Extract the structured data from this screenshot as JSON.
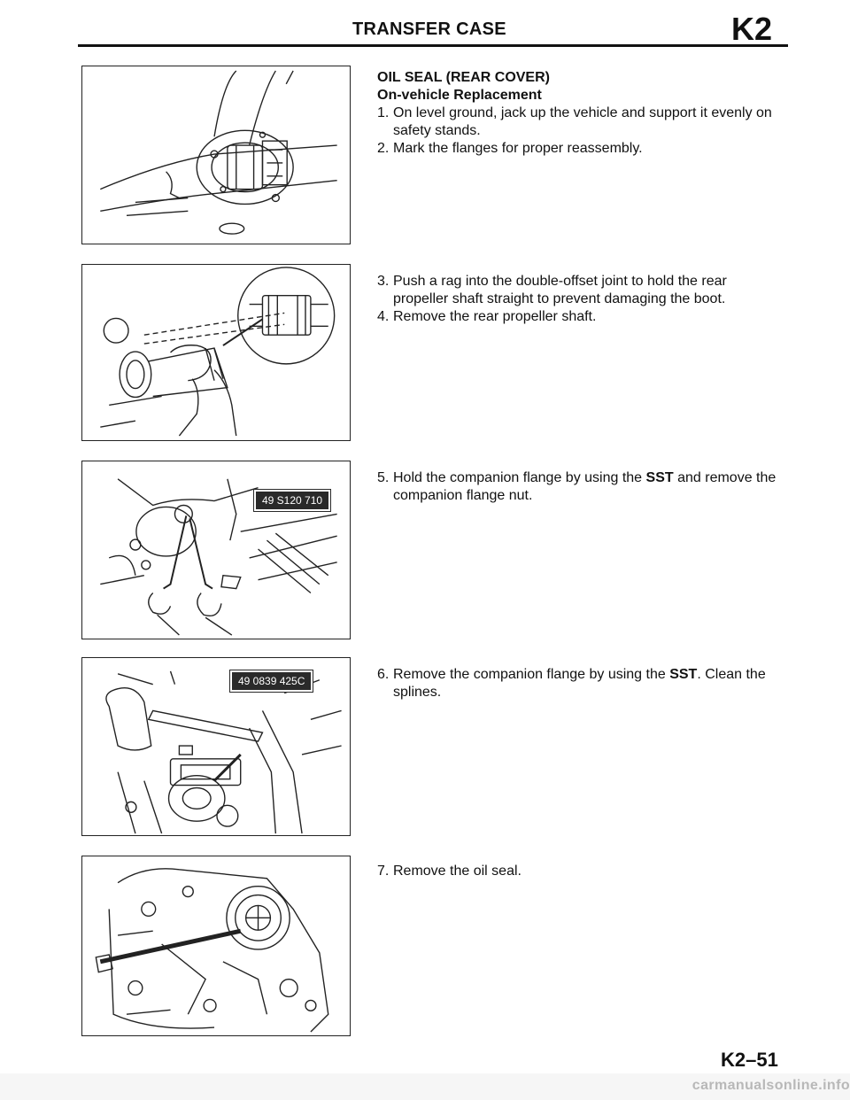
{
  "header": {
    "section_title": "TRANSFER CASE",
    "section_code": "K2"
  },
  "procedure": {
    "title": "OIL SEAL (REAR COVER)",
    "subtitle": "On-vehicle Replacement"
  },
  "steps": [
    {
      "num": "1.",
      "text": "On level ground, jack up the vehicle and support it evenly on safety stands."
    },
    {
      "num": "2.",
      "text": "Mark the flanges for proper reassembly."
    },
    {
      "num": "3.",
      "text": "Push a rag into the double-offset joint to hold the rear propeller shaft straight to prevent damaging the boot."
    },
    {
      "num": "4.",
      "text": "Remove the rear propeller shaft."
    },
    {
      "num": "5.",
      "text_before": "Hold the companion flange by using the ",
      "bold": "SST",
      "text_after": " and remove the companion flange nut."
    },
    {
      "num": "6.",
      "text_before": "Remove the companion flange by using the ",
      "bold": "SST",
      "text_after": ". Clean the splines."
    },
    {
      "num": "7.",
      "text": "Remove the oil seal."
    }
  ],
  "figures": {
    "fig3_label": "49 S120 710",
    "fig4_label": "49 0839 425C"
  },
  "footer": {
    "page_number": "K2–51",
    "watermark": "carmanualsonline.info"
  }
}
